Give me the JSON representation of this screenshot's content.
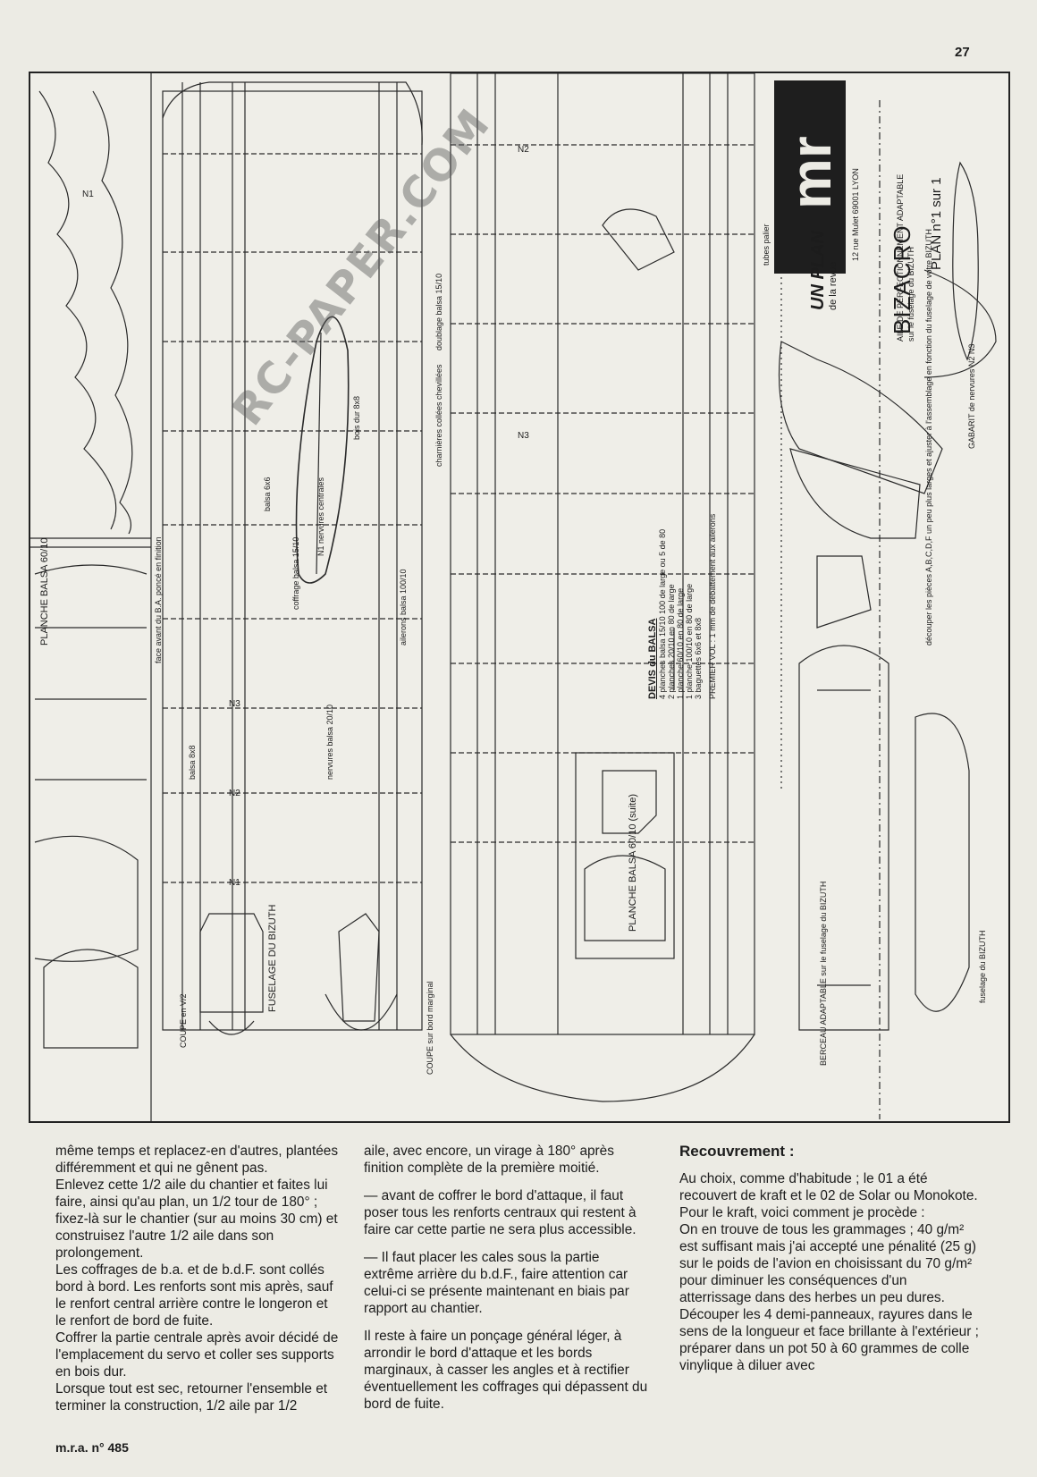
{
  "page_number": "27",
  "plan": {
    "brand_mark": "mr",
    "brand_title": "UN PLAN",
    "brand_subtitle": "de la revue",
    "address": "12 rue Mulet   69001 LYON",
    "name": "BIZACRO",
    "description": "AILE DE PERFECTIONNEMENT ADAPTABLE",
    "description2": "sur le fuselage du BIZUTH",
    "plan_ref": "PLAN n°1 sur 1",
    "watermark": "RC-PAPER.COM",
    "labels": {
      "planche_balsa": "PLANCHE BALSA 60/10",
      "planche_balsa_suite": "PLANCHE BALSA 60/10 (suite)",
      "face_avant": "face avant du B.A. poncé en finition",
      "coupe_v2": "COUPE en V/2",
      "fuselage_bizuth": "FUSELAGE DU BIZUTH",
      "coupe_bord_marginal": "COUPE sur bord marginal",
      "devis_title": "DEVIS du BALSA",
      "devis_lines": [
        "4  planches balsa 15/10 100 de large ou 5 de 80",
        "2  planches    20/10 en 80 de large",
        "1  planche     60/10 en 80 de large",
        "1  planche    100/10 en 80 de large",
        "3  baguettes   6x6 et 8x8"
      ],
      "premier_vol": "PREMIER VOL : 1 mm de débattement aux ailerons",
      "ailerons": "ailerons balsa 100/10",
      "doublage": "doublage balsa 15/10",
      "charnieres": "charnières collées chevillées",
      "berceau": "BERCEAU ADAPTABLE sur le fuselage du BIZUTH",
      "gabarit": "GABARIT de nervures N2 N3",
      "decouper": "découper les pièces A,B,C,D,F un peu plus larges et ajuster à l'assemblage en fonction du fuselage de votre BIZUTH",
      "coffrage": "coffrage balsa 15/10",
      "nervures_centrales": "N1 nervures centrales",
      "bois_dur": "bois dur 8x8",
      "balsa_66": "balsa 6x6",
      "balsa_88": "balsa 8x8",
      "nervures_label": "nervures balsa 20/10",
      "tubes_paliers": "tubes palier",
      "fuselage_bizuth_small": "fuselage du BIZUTH",
      "rib_labels": [
        "N1",
        "N2",
        "N3"
      ]
    }
  },
  "article": {
    "col1": [
      "même temps et replacez-en d'autres, plantées différemment et qui ne gênent pas.",
      "Enlevez cette 1/2 aile du chantier et faites lui faire, ainsi qu'au plan, un 1/2 tour de 180° ; fixez-là sur le chantier (sur au moins 30 cm) et construisez l'autre 1/2 aile dans son prolongement.",
      "Les coffrages de b.a. et de b.d.F. sont collés bord à bord. Les renforts sont mis après, sauf le renfort central arrière contre le longeron et le renfort de bord de fuite.",
      "Coffrer la partie centrale après avoir décidé de l'emplacement du servo et coller ses supports en bois dur.",
      "Lorsque tout est sec, retourner l'ensemble et terminer la construction, 1/2 aile par 1/2"
    ],
    "col2": [
      "aile, avec encore, un virage à 180° après finition complète de la première moitié.",
      "— avant de coffrer le bord d'attaque, il faut poser tous les renforts centraux qui restent à faire car cette partie ne sera plus accessible.",
      "— Il faut placer les cales sous la partie extrême arrière du b.d.F., faire attention car celui-ci se présente maintenant en biais par rapport au chantier.",
      "Il reste à faire un ponçage général léger, à arrondir le bord d'attaque et les bords marginaux, à casser les angles et à rectifier éventuellement les coffrages qui dépassent du bord de fuite."
    ],
    "col3_heading": "Recouvrement :",
    "col3": [
      "Au choix, comme d'habitude ; le 01 a été recouvert de kraft et le 02 de Solar ou Monokote. Pour le kraft, voici comment je procède :",
      "On en trouve de tous les grammages ; 40 g/m² est suffisant mais j'ai accepté une pénalité (25 g) sur le poids de l'avion en choisissant du 70 g/m² pour diminuer les conséquences d'un atterrissage dans des herbes un peu dures.",
      "Découper les 4 demi-panneaux, rayures dans le sens de la longueur et face brillante à l'extérieur ; préparer dans un pot 50 à 60 grammes de colle vinylique à diluer avec"
    ]
  },
  "footer": "m.r.a. n° 485"
}
